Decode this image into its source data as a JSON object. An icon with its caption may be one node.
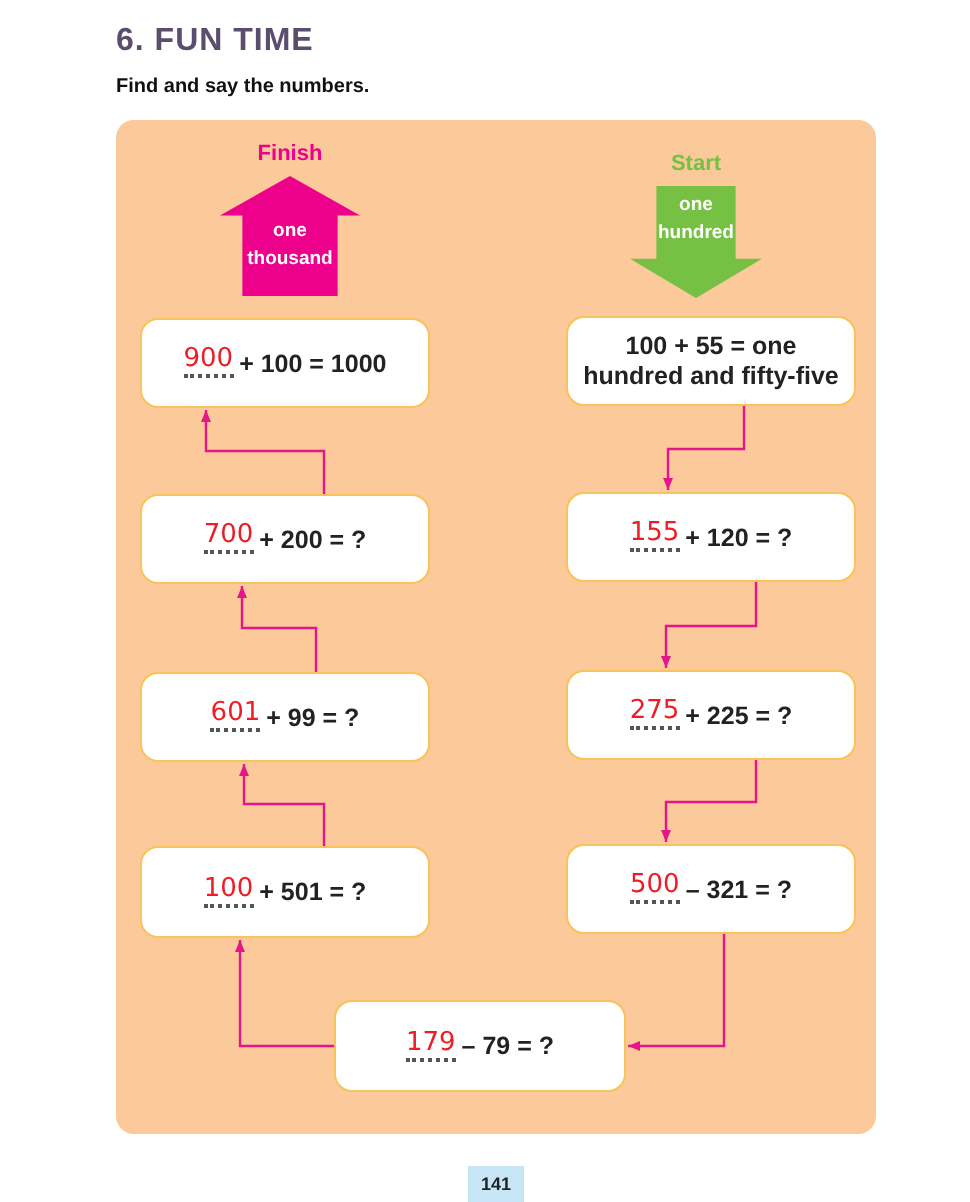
{
  "diagram": {
    "title": "6. FUN TIME",
    "nodes": [
      {
        "text": [
          "one thousand"
        ],
        "beside": [
          "Finish"
        ]
      },
      {
        "text": [
          "one hundred"
        ],
        "beside": [
          "Start"
        ]
      },
      {
        "text": [
          "100 + 55 = one hundred and fifty-five"
        ]
      },
      {
        "text": [
          "155",
          "+ 120 = ?"
        ]
      },
      {
        "text": [
          "275",
          "+ 225 = ?"
        ]
      },
      {
        "text": [
          "500",
          "– 321 = ?"
        ]
      },
      {
        "text": [
          "179",
          "– 79 = ?"
        ]
      },
      {
        "text": [
          "100",
          "+ 501 = ?"
        ]
      },
      {
        "text": [
          "601",
          "+ 99 = ?"
        ]
      },
      {
        "text": [
          "700",
          "+ 200 = ?"
        ]
      },
      {
        "text": [
          "900",
          "+ 100 = 1000"
        ]
      }
    ],
    "edges": [
      {
        "from": 2,
        "to": 3,
        "arrow": "to"
      },
      {
        "from": 3,
        "to": 4,
        "arrow": "to"
      },
      {
        "from": 4,
        "to": 5,
        "arrow": "to"
      },
      {
        "from": 5,
        "to": 6,
        "arrow": "to"
      },
      {
        "from": 6,
        "to": 7,
        "arrow": "to"
      },
      {
        "from": 7,
        "to": 8,
        "arrow": "to"
      },
      {
        "from": 8,
        "to": 9,
        "arrow": "to"
      },
      {
        "from": 9,
        "to": 10,
        "arrow": "to"
      }
    ],
    "labels": [
      "Find and say the numbers.",
      "141"
    ]
  }
}
